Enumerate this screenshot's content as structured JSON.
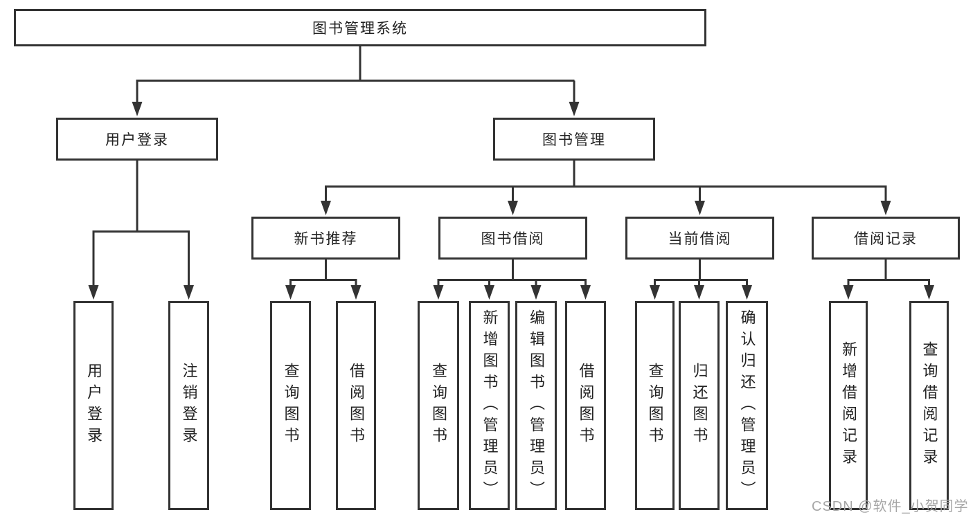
{
  "diagram": {
    "type": "hierarchy-diagram",
    "root": {
      "label": "图书管理系统"
    },
    "branches": [
      {
        "label": "用户登录",
        "children": [
          {
            "label": "用户登录"
          },
          {
            "label": "注销登录"
          }
        ]
      },
      {
        "label": "图书管理",
        "children": [
          {
            "label": "新书推荐",
            "children": [
              {
                "label": "查询图书"
              },
              {
                "label": "借阅图书"
              }
            ]
          },
          {
            "label": "图书借阅",
            "children": [
              {
                "label": "查询图书"
              },
              {
                "label": "新增图书（管理员）"
              },
              {
                "label": "编辑图书（管理员）"
              },
              {
                "label": "借阅图书"
              }
            ]
          },
          {
            "label": "当前借阅",
            "children": [
              {
                "label": "查询图书"
              },
              {
                "label": "归还图书"
              },
              {
                "label": "确认归还（管理员）"
              }
            ]
          },
          {
            "label": "借阅记录",
            "children": [
              {
                "label": "新增借阅记录"
              },
              {
                "label": "查询借阅记录"
              }
            ]
          }
        ]
      }
    ]
  },
  "watermark": {
    "text": "CSDN @软件_小贺同学"
  },
  "colors": {
    "line": "#333333",
    "box_border": "#333333",
    "text": "#222222",
    "watermark": "#a6a6a6",
    "background": "#ffffff"
  }
}
